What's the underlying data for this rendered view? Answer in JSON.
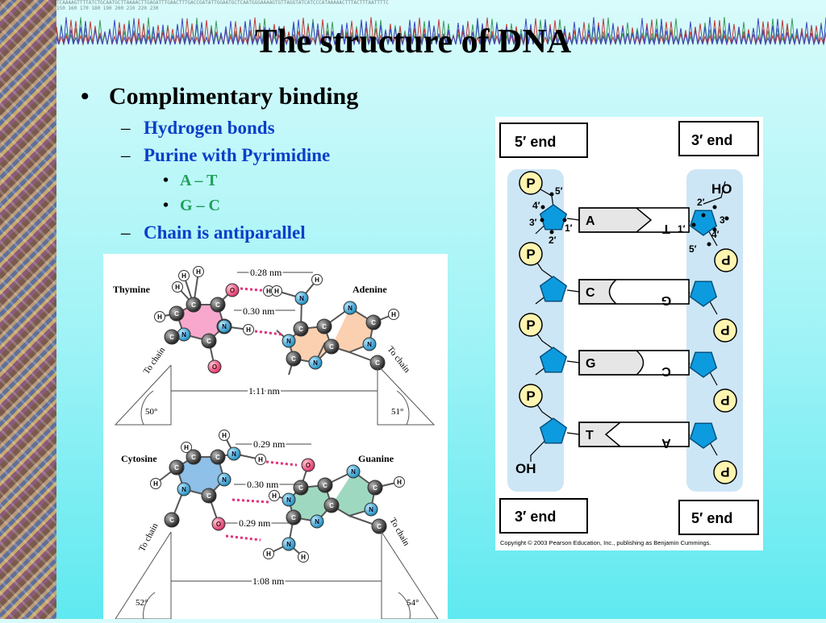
{
  "title": "The structure of DNA",
  "sequence_header": {
    "rows": [
      "TCAAAAGTTTTATCTGCAATGCTTAAAACTTGAGATTTGAACTTTGACCGATATTGGAATGCTCAATGGGAAAAGTGTTAGGTATCATCCCATAAAAACTTTACTTTAATTTTC",
      "150          160          170          180          190          200          210          220          230"
    ]
  },
  "bullets": {
    "main": "Complimentary binding",
    "sub1": "Hydrogen bonds",
    "sub2": "Purine with Pyrimidine",
    "pair1": "A – T",
    "pair2": "G – C",
    "sub3": "Chain is antiparallel"
  },
  "left_figure": {
    "at_pair": {
      "pyrimidine": "Thymine",
      "purine": "Adenine",
      "bond1": "0.28 nm",
      "bond2": "0.30 nm",
      "width": "1.11 nm",
      "angle_left": "50°",
      "angle_right": "51°",
      "to_chain_left": "To chain",
      "to_chain_right": "To chain"
    },
    "gc_pair": {
      "pyrimidine": "Cytosine",
      "purine": "Guanine",
      "bond1": "0.29 nm",
      "bond2": "0.30 nm",
      "bond3": "0.29 nm",
      "width": "1.08 nm",
      "angle_left": "52°",
      "angle_right": "54°",
      "to_chain_left": "To chain",
      "to_chain_right": "To chain"
    },
    "atoms": {
      "H": "H",
      "C": "C",
      "N": "N",
      "O": "O"
    }
  },
  "right_figure": {
    "top_left": "5′ end",
    "top_right": "3′ end",
    "bottom_left": "3′ end",
    "bottom_right": "5′ end",
    "ho": "HO",
    "oh": "OH",
    "phosphate": "P",
    "primes": {
      "p5": "5′",
      "p4": "4′",
      "p3": "3′",
      "p2": "2′",
      "p1": "1′"
    },
    "pairs": [
      {
        "left": "A",
        "right": "T"
      },
      {
        "left": "C",
        "right": "G"
      },
      {
        "left": "G",
        "right": "C"
      },
      {
        "left": "T",
        "right": "A"
      }
    ],
    "copyright": "Copyright © 2003 Pearson Education, Inc., publishing as Benjamin Cummings."
  },
  "colors": {
    "background_top": "#d9fbfb",
    "background_bottom": "#5fe9f0",
    "sub_bullet_blue": "#0a3fc8",
    "pair_green": "#21a05a",
    "sugar_blue": "#0d9be0",
    "phosphate_yellow": "#fff5b0",
    "thymine_pink": "#f7a8cc",
    "adenine_peach": "#fbd0b0",
    "cytosine_blue": "#8ec0e8",
    "guanine_green": "#9fd8c0"
  }
}
